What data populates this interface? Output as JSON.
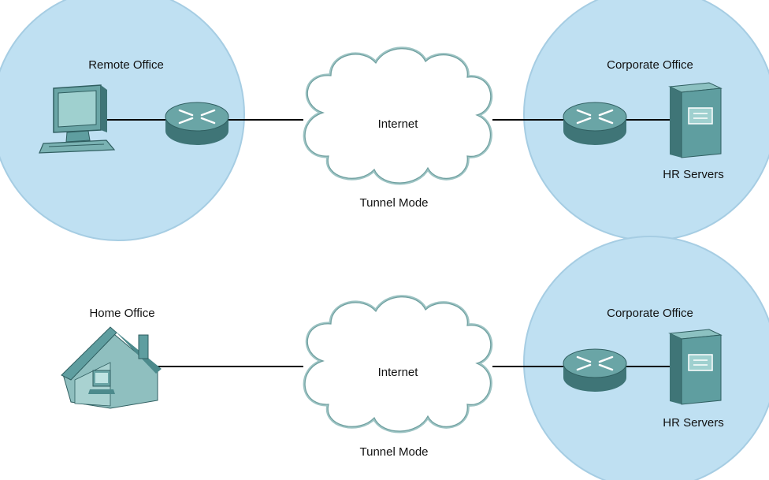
{
  "colors": {
    "site_fill": "#bfe0f2",
    "site_stroke": "#a6cde3",
    "device_teal": "#5f9ea0",
    "device_dark": "#3f7577",
    "cloud_stroke": "#7fb0b0",
    "link_line": "#000000"
  },
  "top_scenario": {
    "site_left": {
      "label": "Remote Office",
      "device_icons": [
        "workstation-icon",
        "router-icon"
      ]
    },
    "cloud": {
      "label": "Internet",
      "icon": "cloud-icon"
    },
    "tunnel_label": "Tunnel Mode",
    "site_right": {
      "label": "Corporate Office",
      "server_label": "HR Servers",
      "device_icons": [
        "router-icon",
        "server-tower-icon"
      ]
    }
  },
  "bottom_scenario": {
    "site_left": {
      "label": "Home Office",
      "device_icons": [
        "house-icon"
      ]
    },
    "cloud": {
      "label": "Internet",
      "icon": "cloud-icon"
    },
    "tunnel_label": "Tunnel Mode",
    "site_right": {
      "label": "Corporate Office",
      "server_label": "HR Servers",
      "device_icons": [
        "router-icon",
        "server-tower-icon"
      ]
    }
  }
}
